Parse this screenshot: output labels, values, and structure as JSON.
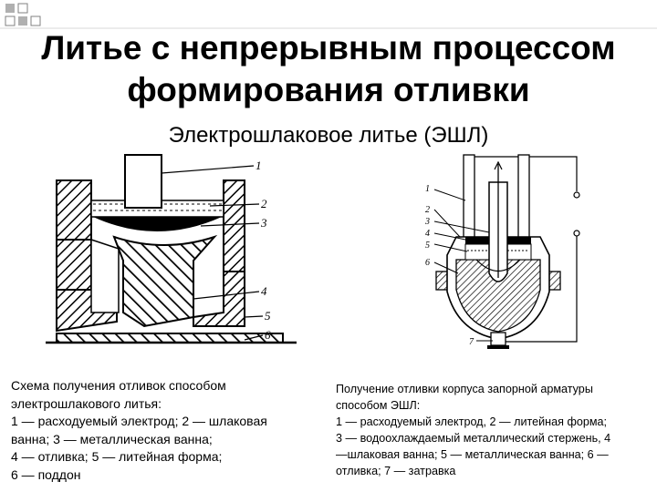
{
  "slide": {
    "title_line1": "Литье с непрерывным процессом",
    "title_line2": "формирования отливки",
    "subtitle": "Электрошлаковое литье (ЭШЛ)"
  },
  "figure_left": {
    "labels": [
      "1",
      "2",
      "3",
      "4",
      "5",
      "6"
    ]
  },
  "figure_right": {
    "labels": [
      "1",
      "2",
      "3",
      "4",
      "5",
      "6",
      "7"
    ]
  },
  "caption_left": {
    "lines": [
      "Схема получения отливок способом",
      "электрошлакового литья:",
      "1 — расходуемый электрод; 2 — шлаковая",
      "ванна; 3 — металлическая ванна;",
      "4 —  отливка; 5 — литейная форма;",
      "6 — поддон"
    ]
  },
  "caption_right": {
    "lines": [
      "Получение отливки корпуса запорной арматуры",
      "способом ЭШЛ:",
      "1 — расходуемый электрод, 2 —  литейная форма;",
      "3 — водоохлаждаемый  металлический стержень, 4",
      "—шлаковая ванна; 5 — металлическая ванна; 6 —",
      "отливка; 7 — затравка"
    ]
  },
  "colors": {
    "square_grey": "#b0b0b0",
    "square_outline": "#808080"
  }
}
